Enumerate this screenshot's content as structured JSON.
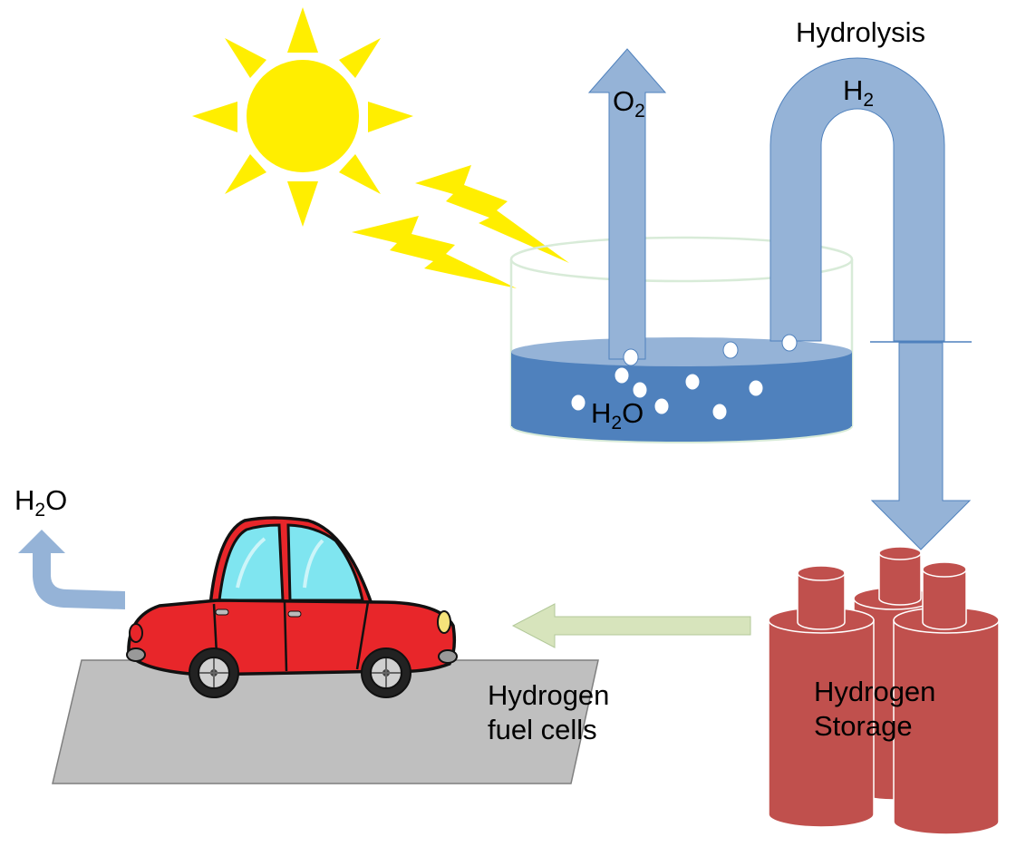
{
  "labels": {
    "hydrolysis": "Hydrolysis",
    "oxygen": {
      "base": "O",
      "sub": "2"
    },
    "hydrogen_gas": {
      "base": "H",
      "sub": "2"
    },
    "water_tank": {
      "base": "H",
      "sub": "2",
      "tail": "O"
    },
    "water_exhaust": {
      "base": "H",
      "sub": "2",
      "tail": "O"
    },
    "fuel_cells": [
      "Hydrogen",
      "fuel cells"
    ],
    "storage": [
      "Hydrogen",
      "Storage"
    ]
  },
  "colors": {
    "sun": "#FFEE00",
    "arrow_blue": "#95B3D7",
    "arrow_blue_edge": "#4F81BD",
    "water": "#4F81BD",
    "water_top": "#95B3D7",
    "tank_red": "#C0504D",
    "arrow_green": "#D7E4BC",
    "road": "#BFBFBF",
    "car_red": "#E8262A",
    "car_glass": "#7FE5F0"
  },
  "icons": [
    "sun-icon",
    "lightning-icon",
    "car-icon",
    "hydrogen-tank-icon"
  ]
}
